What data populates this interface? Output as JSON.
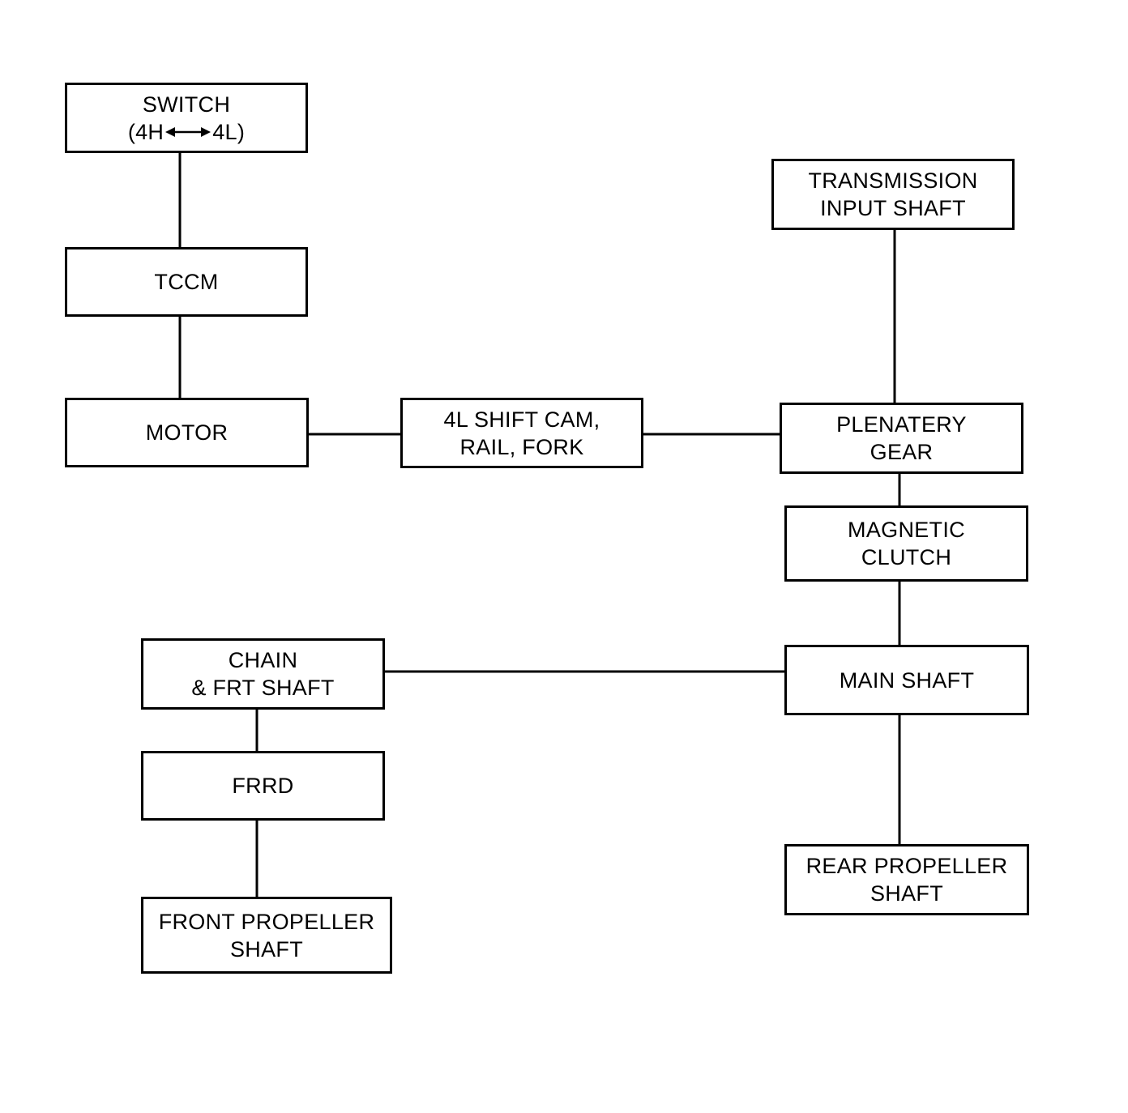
{
  "diagram": {
    "switch": {
      "line1": "SWITCH",
      "line2_left": "(4H",
      "line2_right": "4L)"
    },
    "tccm": {
      "label": "TCCM"
    },
    "motor": {
      "label": "MOTOR"
    },
    "shift_cam": {
      "line1": "4L SHIFT CAM,",
      "line2": "RAIL, FORK"
    },
    "transmission_input": {
      "line1": "TRANSMISSION",
      "line2": "INPUT SHAFT"
    },
    "planetary_gear": {
      "line1": "PLENATERY",
      "line2": "GEAR"
    },
    "magnetic_clutch": {
      "line1": "MAGNETIC",
      "line2": "CLUTCH"
    },
    "main_shaft": {
      "label": "MAIN SHAFT"
    },
    "chain_frt_shaft": {
      "line1": "CHAIN",
      "line2": "& FRT SHAFT"
    },
    "frrd": {
      "label": "FRRD"
    },
    "front_propeller": {
      "line1": "FRONT PROPELLER",
      "line2": "SHAFT"
    },
    "rear_propeller": {
      "line1": "REAR PROPELLER",
      "line2": "SHAFT"
    }
  }
}
